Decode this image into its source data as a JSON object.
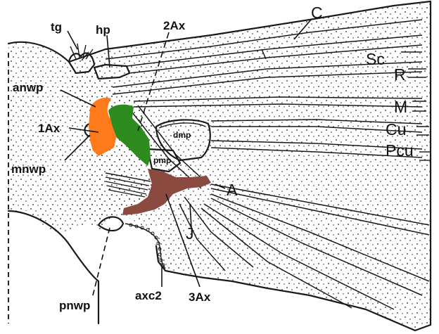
{
  "labels": {
    "tg": "tg",
    "hp": "hp",
    "ax2": "2Ax",
    "c": "C",
    "sc": "Sc",
    "r": "R",
    "m": "M",
    "cu": "Cu",
    "pcu": "Pcu",
    "anwp": "anwp",
    "ax1": "1Ax",
    "mnwp": "mnwp",
    "dmp": "dmp",
    "pmp": "pmp",
    "a": "A",
    "j": "J",
    "axc2": "axc2",
    "ax3": "3Ax",
    "pnwp": "pnwp"
  },
  "colors": {
    "anwp_orange": "#FF7A1A",
    "ax2_green": "#2E8B1E",
    "ax3_brown": "#8B4A40",
    "line": "#1a1a1a"
  }
}
